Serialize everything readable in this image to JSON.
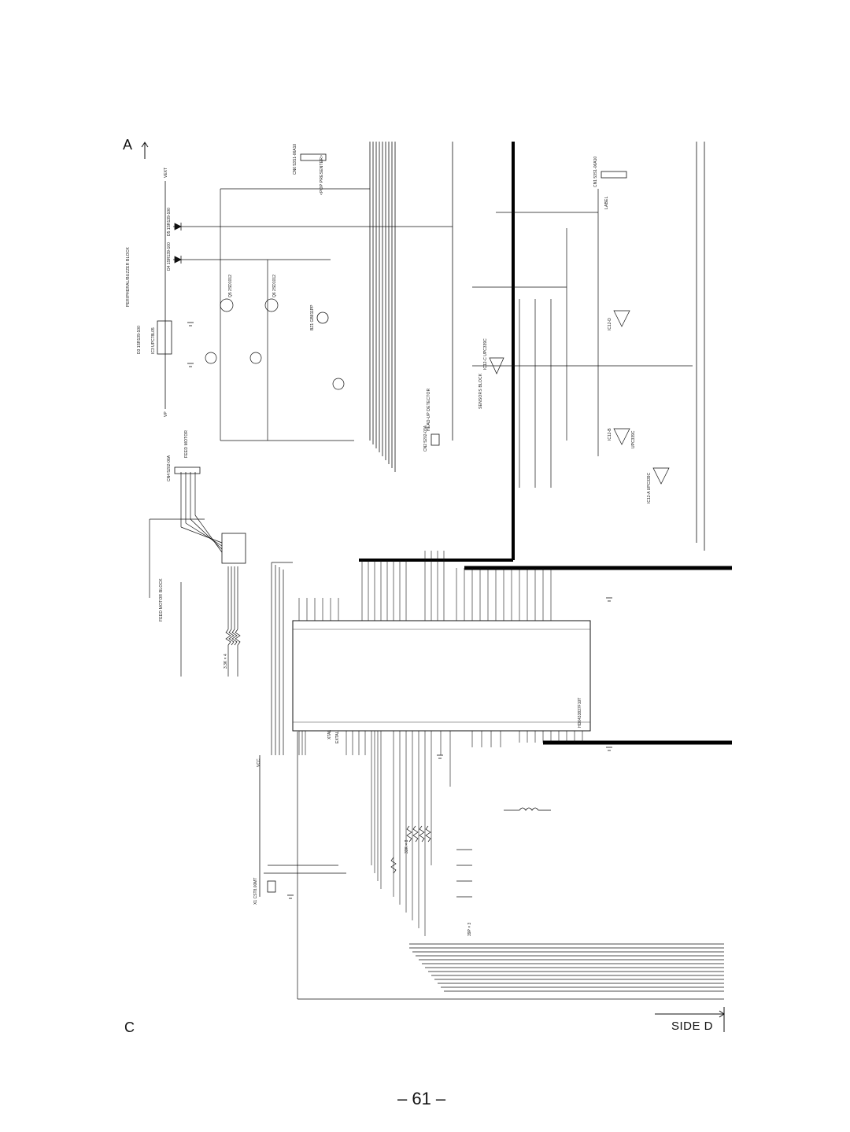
{
  "page": {
    "corner_top_left": "A",
    "corner_bottom_left": "C",
    "side_label": "SIDE D",
    "page_number": "– 61 –"
  },
  "blocks": {
    "peripheral": "PERIPHERAL/BUZZER BLOCK",
    "feed_motor": "FEED MOTOR BLOCK",
    "sensors": "SENSORS BLOCK",
    "feed_motor_conn": "FEED MOTOR",
    "head_up": "HEAD-UP DETECTOR",
    "pop_presenter": "<POP PRESENTER>",
    "label": "LABEL"
  },
  "components": {
    "ic_main": "HD6433837F10T",
    "ic_reg": "IC3 UPC78L05",
    "ic_opamp1": "IC12-C UPC339C",
    "ic_opamp2": "IC12-D",
    "ic_opamp3": "IC12-B",
    "ic_opamp4": "IC12-A UPC339C",
    "ic_opamp5": "UPC339C",
    "cn_feed": "CN4 5202-06A",
    "cn_pop": "CN6 53S1-06A10",
    "cn_head": "CN2 5202-03A",
    "cn_sensor": "CN1 53S1-06A10",
    "buzzer": "BZ1 GB811PP",
    "xtal": "X1 CST8.00MT",
    "diode1": "D3 1SR139-100",
    "diode2": "D4 1SR139-100",
    "diode3": "D5 1SR139-100",
    "trans": "Q5 2SD1012",
    "trans2": "Q6 2SD1012",
    "vext": "VEXT",
    "vcc": "VCC",
    "vp": "VP",
    "xtal_pin": "XTAL",
    "extal_pin": "EXTAL",
    "pull_up": "3.3K × 4",
    "resnet1": "33K × 8",
    "resnet2": "39P × 3"
  }
}
